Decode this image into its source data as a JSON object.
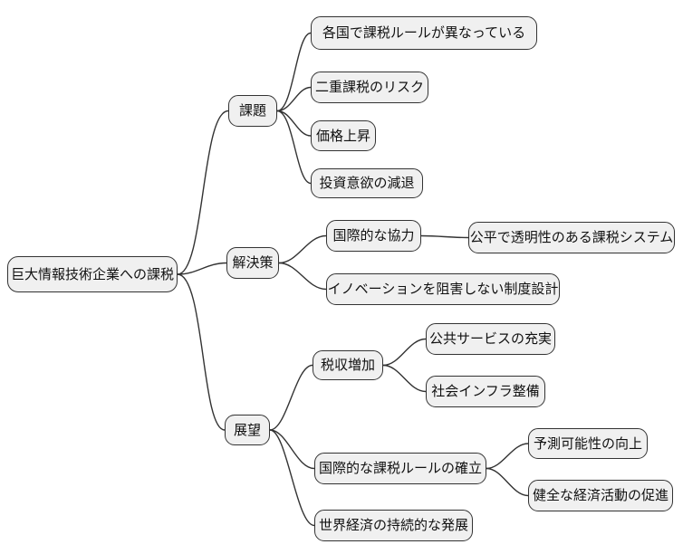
{
  "diagram": {
    "type": "mindmap",
    "language": "ja"
  },
  "style": {
    "background": "#ffffff",
    "node_fill": "#f0f0f0",
    "node_border": "#333333",
    "line_color": "#333333",
    "text_color": "#111111"
  },
  "mindmap": {
    "root": {
      "label": "巨大情報技術企業への課税"
    },
    "branches": [
      {
        "label": "課題",
        "children": [
          {
            "label": "各国で課税ルールが異なっている"
          },
          {
            "label": "二重課税のリスク"
          },
          {
            "label": "価格上昇"
          },
          {
            "label": "投資意欲の減退"
          }
        ]
      },
      {
        "label": "解決策",
        "children": [
          {
            "label": "国際的な協力",
            "children": [
              {
                "label": "公平で透明性のある課税システム"
              }
            ]
          },
          {
            "label": "イノベーションを阻害しない制度設計"
          }
        ]
      },
      {
        "label": "展望",
        "children": [
          {
            "label": "税収増加",
            "children": [
              {
                "label": "公共サービスの充実"
              },
              {
                "label": "社会インフラ整備"
              }
            ]
          },
          {
            "label": "国際的な課税ルールの確立",
            "children": [
              {
                "label": "予測可能性の向上"
              },
              {
                "label": "健全な経済活動の促進"
              }
            ]
          },
          {
            "label": "世界経済の持続的な発展"
          }
        ]
      }
    ]
  }
}
